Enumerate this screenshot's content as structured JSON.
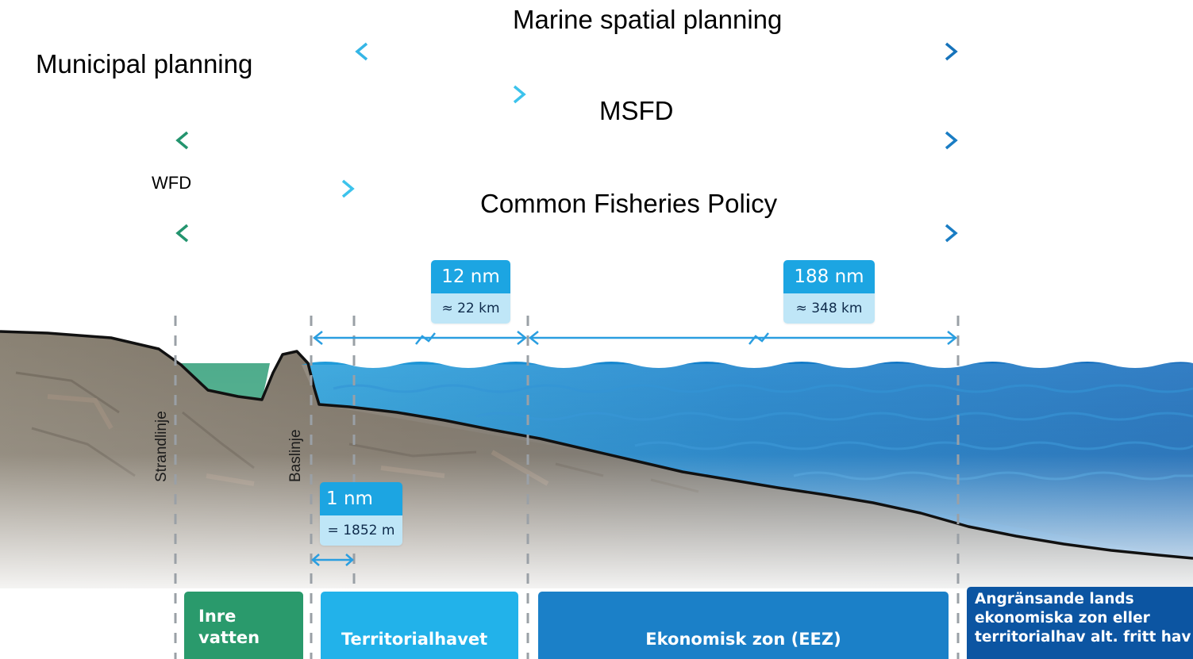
{
  "frameworks": {
    "marine_spatial_planning": "Marine spatial planning",
    "municipal_planning": "Municipal planning",
    "msfd": "MSFD",
    "wfd": "WFD",
    "common_fisheries_policy": "Common Fisheries Policy"
  },
  "lines": {
    "strandlinje": "Strandlinje",
    "baslinje": "Baslinje"
  },
  "distances": {
    "nm12": {
      "primary": "12 nm",
      "secondary": "≈ 22 km"
    },
    "nm188": {
      "primary": "188 nm",
      "secondary": "≈ 348 km"
    },
    "nm1": {
      "primary": "1 nm",
      "secondary": "= 1852 m"
    }
  },
  "zones": {
    "inre_vatten": [
      "Inre",
      "vatten"
    ],
    "territorialhavet": "Territorialhavet",
    "ekonomisk_zon": "Ekonomisk zon (EEZ)",
    "angransande": [
      "Angränsande lands",
      "ekonomiska zon eller",
      "territorialhav alt. fritt hav"
    ]
  },
  "colors": {
    "green": "#23946e",
    "light_blue": "#1cb0e8",
    "mid_blue": "#1a82c6",
    "dark_blue": "#0e5aa6",
    "inre_vatten_box": "#2a9a6c",
    "territorial_box": "#22b2ea",
    "eez_box": "#1b80c8",
    "adjacent_box": "#0c55a2",
    "water": "#0a72c4",
    "rock": "#6f6a60"
  }
}
